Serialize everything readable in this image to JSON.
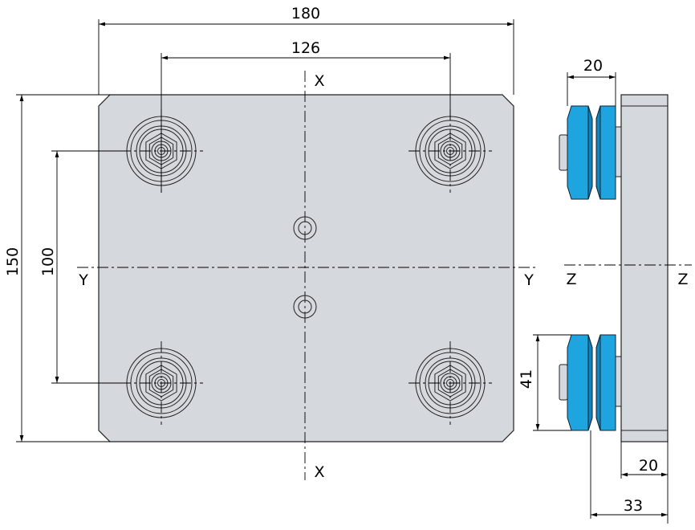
{
  "dimensions": {
    "plate_width": "180",
    "wheel_spacing_x": "126",
    "plate_height": "150",
    "wheel_spacing_y": "100",
    "wheel_width": "20",
    "wheel_diameter": "41",
    "plate_thickness": "20",
    "total_depth": "33"
  },
  "axes": {
    "x_top": "X",
    "x_bottom": "X",
    "y_left": "Y",
    "y_right": "Y",
    "z_left": "Z",
    "z_right": "Z"
  },
  "colors": {
    "plate": "#d5d8dd",
    "wheel": "#1ea5e0",
    "line": "#000000"
  }
}
